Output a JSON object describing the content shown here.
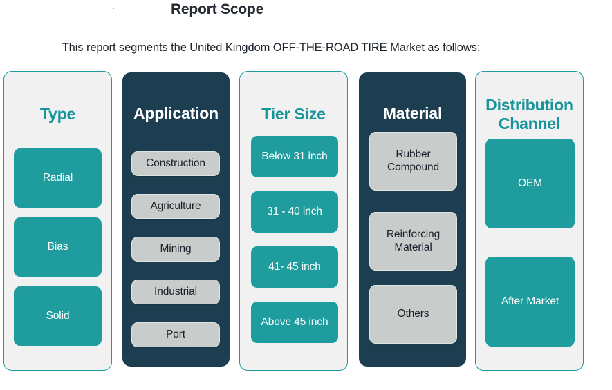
{
  "header": {
    "title": "Report Scope",
    "subtitle": "This report segments the United Kingdom OFF-THE-ROAD TIRE Market as follows:"
  },
  "colors": {
    "teal": "#1F9C9E",
    "teal_title": "#17949A",
    "dark_navy": "#1D3E50",
    "light_panel": "#F1F1F1",
    "gray_chip": "#C8CCCA",
    "page_background": "#FFFFFF",
    "title_text": "#242B33"
  },
  "columns": [
    {
      "id": "type",
      "title": "Type",
      "style": "light",
      "chip_style": "teal",
      "items": [
        {
          "label": "Radial"
        },
        {
          "label": "Bias"
        },
        {
          "label": "Solid"
        }
      ]
    },
    {
      "id": "application",
      "title": "Application",
      "style": "dark",
      "chip_style": "gray",
      "items": [
        {
          "label": "Construction"
        },
        {
          "label": "Agriculture"
        },
        {
          "label": "Mining"
        },
        {
          "label": "Industrial"
        },
        {
          "label": "Port"
        }
      ]
    },
    {
      "id": "tier",
      "title": "Tier Size",
      "style": "light",
      "chip_style": "teal",
      "items": [
        {
          "label": "Below 31 inch"
        },
        {
          "label": "31 - 40 inch"
        },
        {
          "label": "41- 45 inch"
        },
        {
          "label": "Above 45 inch"
        }
      ]
    },
    {
      "id": "material",
      "title": "Material",
      "style": "dark",
      "chip_style": "gray",
      "items": [
        {
          "label": "Rubber\nCompound"
        },
        {
          "label": "Reinforcing\nMaterial"
        },
        {
          "label": "Others"
        }
      ]
    },
    {
      "id": "distribution",
      "title": "Distribution\nChannel",
      "style": "light",
      "chip_style": "teal",
      "items": [
        {
          "label": "OEM"
        },
        {
          "label": "After Market"
        }
      ]
    }
  ]
}
